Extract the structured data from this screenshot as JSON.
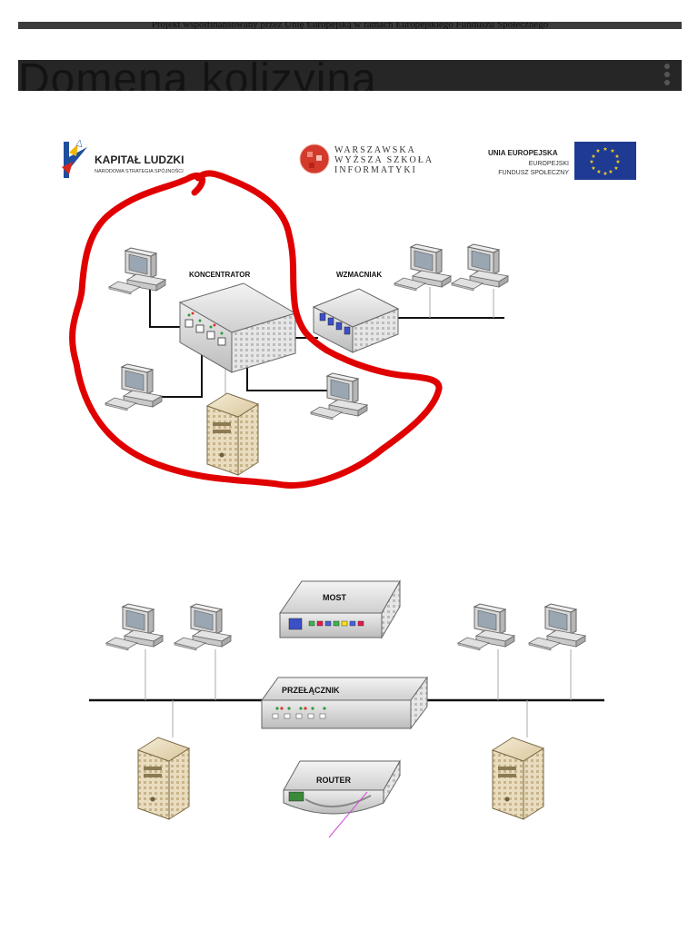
{
  "banner": {
    "text": "Projekt współfinansowany przez Unię Europejską w ramach Europejskiego Funduszu Społecznego"
  },
  "header": {
    "title": "Domena kolizyjna"
  },
  "logos": {
    "kapital_title": "KAPITAŁ LUDZKI",
    "kapital_subtitle": "NARODOWA STRATEGIA SPÓJNOŚCI",
    "wwsi_line1": "WARSZAWSKA",
    "wwsi_line2": "WYŻSZA SZKOŁA",
    "wwsi_line3": "INFORMATYKI",
    "ue_line1": "UNIA EUROPEJSKA",
    "ue_line2": "EUROPEJSKI",
    "ue_line3": "FUNDUSZ SPOŁECZNY"
  },
  "diagram1": {
    "hub_label": "KONCENTRATOR",
    "repeater_label": "WZMACNIAK",
    "outline_color": "#e00000"
  },
  "diagram2": {
    "bridge_label": "MOST",
    "switch_label": "PRZEŁĄCZNIK",
    "router_label": "ROUTER"
  }
}
